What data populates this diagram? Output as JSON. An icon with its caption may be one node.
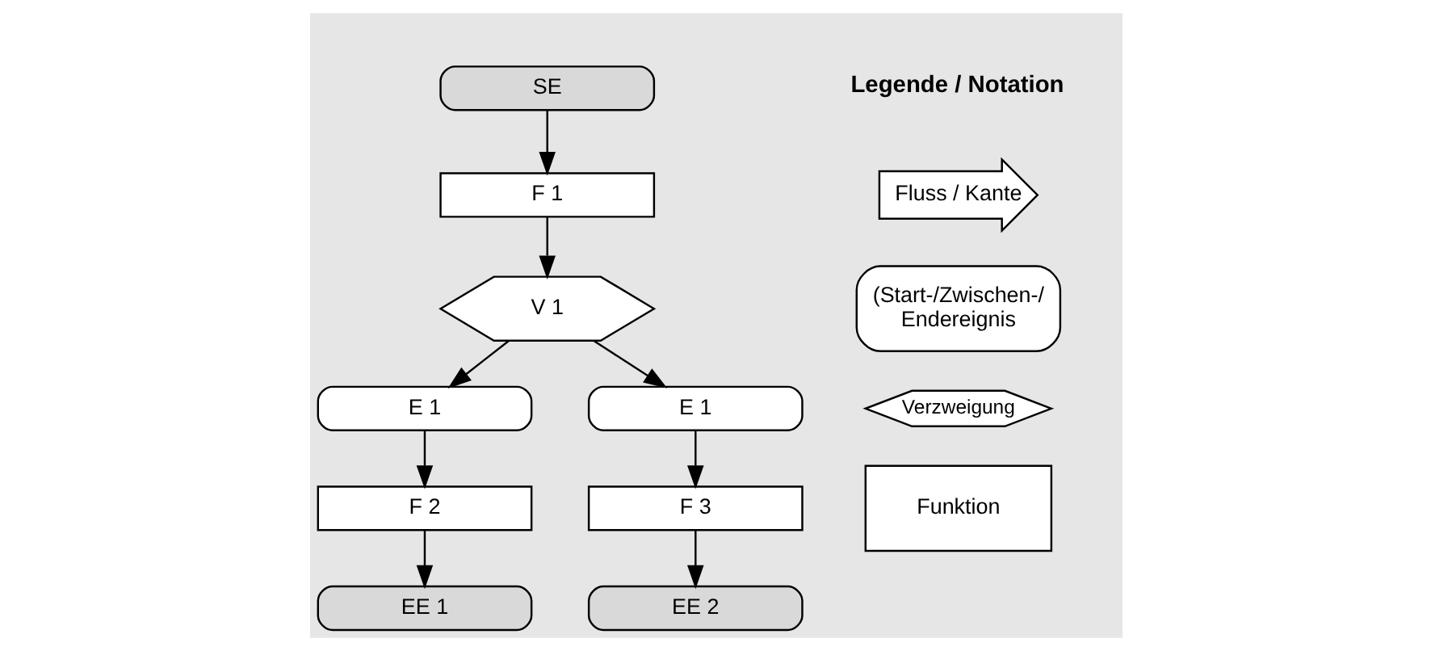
{
  "diagram": {
    "nodes": [
      {
        "text": [
          "SE"
        ]
      },
      {
        "text": [
          "F 1"
        ]
      },
      {
        "text": [
          "V 1"
        ]
      },
      {
        "text": [
          "E 1"
        ]
      },
      {
        "text": [
          "E 1"
        ]
      },
      {
        "text": [
          "F 2"
        ]
      },
      {
        "text": [
          "F 3"
        ]
      },
      {
        "text": [
          "EE 1"
        ]
      },
      {
        "text": [
          "EE 2"
        ]
      }
    ],
    "edges": [
      {
        "from": 0,
        "to": 1,
        "arrow": "to"
      },
      {
        "from": 1,
        "to": 2,
        "arrow": "to"
      },
      {
        "from": 2,
        "to": 3,
        "arrow": "to"
      },
      {
        "from": 2,
        "to": 4,
        "arrow": "to"
      },
      {
        "from": 3,
        "to": 5,
        "arrow": "to"
      },
      {
        "from": 4,
        "to": 6,
        "arrow": "to"
      },
      {
        "from": 5,
        "to": 7,
        "arrow": "to"
      },
      {
        "from": 6,
        "to": 8,
        "arrow": "to"
      }
    ],
    "labels": [
      "Legende / Notation"
    ],
    "legend": [
      {
        "text": "Fluss / Kante"
      },
      {
        "text": "(Start-/Zwischen-/ Endereignis"
      },
      {
        "text": "Verzweigung"
      },
      {
        "text": "Funktion"
      }
    ]
  }
}
